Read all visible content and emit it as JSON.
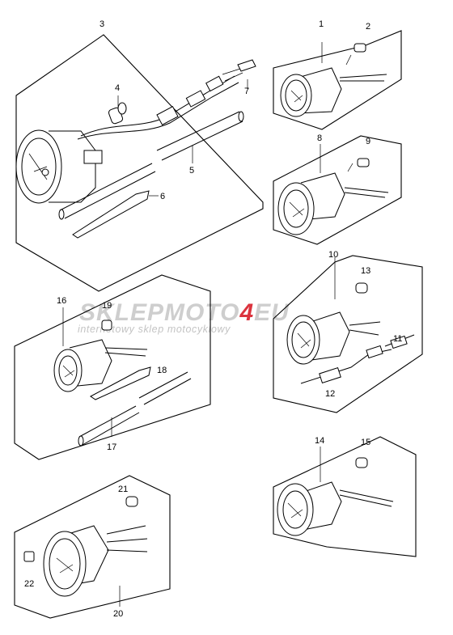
{
  "watermark": {
    "brand_left": "SKLEPMOTO",
    "brand_number": "4",
    "brand_right": "EU",
    "tagline": "internetowy sklep motocyklowy",
    "accent_color": "#d81f2a"
  },
  "part_numbers": {
    "p1": "1",
    "p2": "2",
    "p3": "3",
    "p4": "4",
    "p5": "5",
    "p6": "6",
    "p7": "7",
    "p8": "8",
    "p9": "9",
    "p10": "10",
    "p11": "11",
    "p12": "12",
    "p13": "13",
    "p14": "14",
    "p15": "15",
    "p16": "16",
    "p17": "17",
    "p18": "18",
    "p19": "19",
    "p20": "20",
    "p21": "21",
    "p22": "22"
  }
}
